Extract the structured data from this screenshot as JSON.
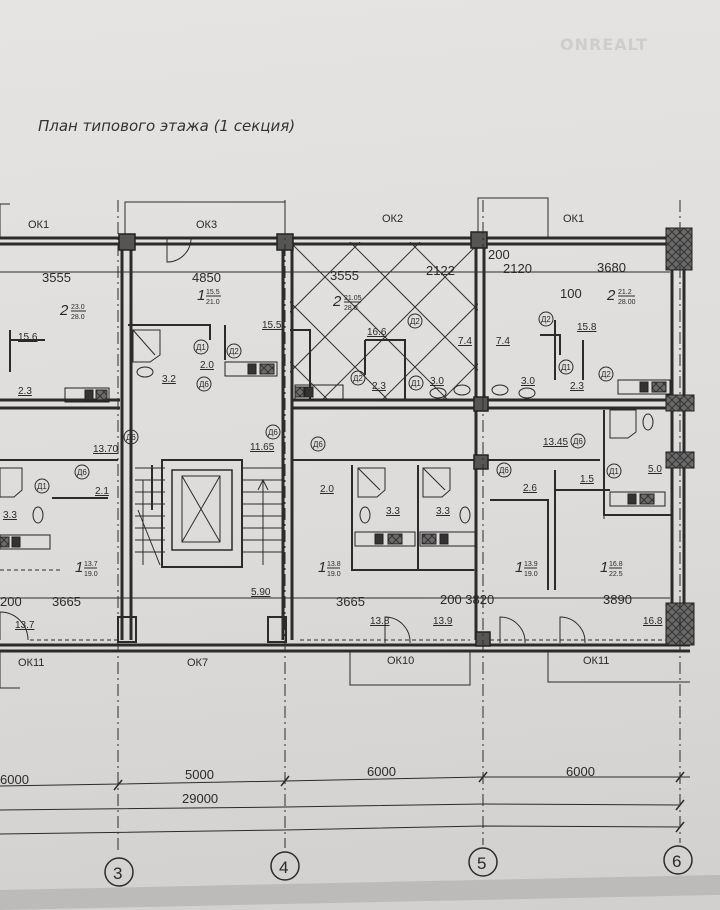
{
  "title": "План типового этажа (1 секция)",
  "watermark": "ONREALT",
  "windows": [
    "ОК1",
    "ОК3",
    "ОК2",
    "ОК1",
    "ОК11",
    "ОК7",
    "ОК10",
    "ОК11"
  ],
  "dimensions": [
    "3555",
    "4850",
    "3555",
    "2122",
    "2120",
    "3680",
    "200",
    "200",
    "3665",
    "3665",
    "200 3820",
    "3890",
    "100"
  ],
  "rooms": [
    {
      "count": "2",
      "living": "23.0",
      "total": "28.0"
    },
    {
      "count": "1",
      "living": "15.5",
      "total": "21.0"
    },
    {
      "count": "2",
      "living": "21.05",
      "total": "28.0"
    },
    {
      "count": "2",
      "living": "21.2",
      "total": "28.00"
    },
    {
      "count": "1",
      "living": "13.7",
      "total": "19.0"
    },
    {
      "count": "1",
      "living": "13.8",
      "total": "19.0"
    },
    {
      "count": "1",
      "living": "13.9",
      "total": "19.0"
    },
    {
      "count": "1",
      "living": "16.8",
      "total": "22.5"
    }
  ],
  "areas": [
    "15.6",
    "15.5",
    "2.0",
    "3.2",
    "2.3",
    "16.6",
    "7.4",
    "7.4",
    "3.0",
    "3.0",
    "2.3",
    "2.3",
    "15.8",
    "13.70",
    "11.65",
    "2.1",
    "3.3",
    "2.0",
    "3.3",
    "3.3",
    "2.6",
    "13.45",
    "1.5",
    "5.0",
    "5.90",
    "13.7",
    "13.8",
    "13.9",
    "16.8"
  ],
  "door_tags": [
    "Д1",
    "Д2",
    "Д6",
    "Д6",
    "Д6",
    "Д6",
    "Д6",
    "Д1",
    "Д2",
    "Д2",
    "Д1",
    "Д1",
    "Д2",
    "Д6",
    "Д6",
    "Д1",
    "Д2"
  ],
  "grid": {
    "spans": [
      "6000",
      "5000",
      "6000",
      "6000"
    ],
    "total": "29000",
    "axes": [
      "3",
      "4",
      "5",
      "6"
    ]
  }
}
